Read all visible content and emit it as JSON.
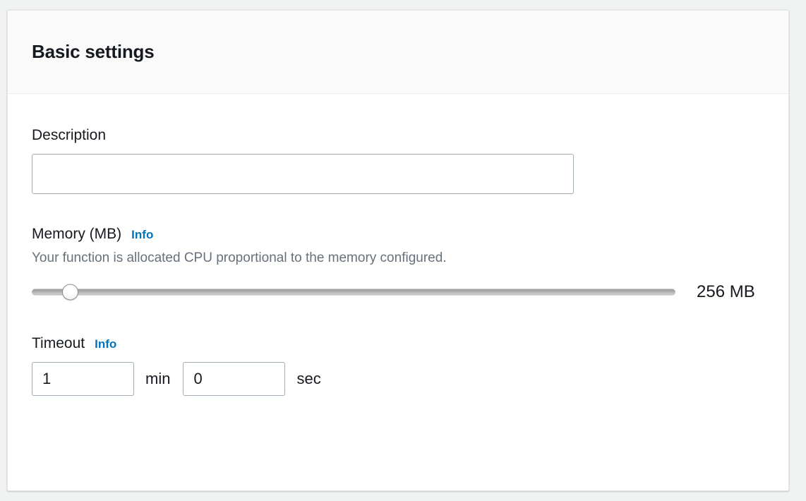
{
  "panel": {
    "title": "Basic settings"
  },
  "description_field": {
    "label": "Description",
    "value": "",
    "placeholder": ""
  },
  "memory_field": {
    "label": "Memory (MB)",
    "info_label": "Info",
    "help_text": "Your function is allocated CPU proportional to the memory configured.",
    "value_text": "256 MB",
    "slider": {
      "value": 256,
      "min": 128,
      "max": 10240,
      "fill_percent": 6
    }
  },
  "timeout_field": {
    "label": "Timeout",
    "info_label": "Info",
    "minutes_value": "1",
    "minutes_unit": "min",
    "seconds_value": "0",
    "seconds_unit": "sec"
  },
  "colors": {
    "page_background": "#f1f3f3",
    "panel_background": "#ffffff",
    "header_background": "#fafafa",
    "title_text": "#16191f",
    "help_text": "#67707b",
    "link_blue": "#0073bb",
    "input_border": "#a2aeb4",
    "slider_track": "#a9a9a9"
  }
}
